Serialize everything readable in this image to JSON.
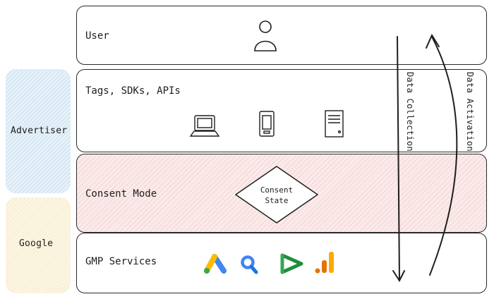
{
  "side_groups": {
    "advertiser": "Advertiser",
    "google": "Google"
  },
  "layers": {
    "user": "User",
    "tags": "Tags, SDKs, APIs",
    "consent": "Consent Mode",
    "gmp": "GMP Services"
  },
  "consent_state": {
    "line1": "Consent",
    "line2": "State"
  },
  "arrows": {
    "collection": "Data Collection",
    "activation": "Data Activation"
  },
  "icons": {
    "user": "user-icon",
    "devices": [
      "laptop-icon",
      "mobile-icon",
      "server-icon"
    ],
    "services": [
      "google-ads-icon",
      "search-ads-icon",
      "display-video-icon",
      "analytics-icon"
    ]
  },
  "colors": {
    "advertiser_bg": "#e7f1f8",
    "google_bg": "#fbf6e4",
    "consent_bg": "#fbeaea"
  }
}
